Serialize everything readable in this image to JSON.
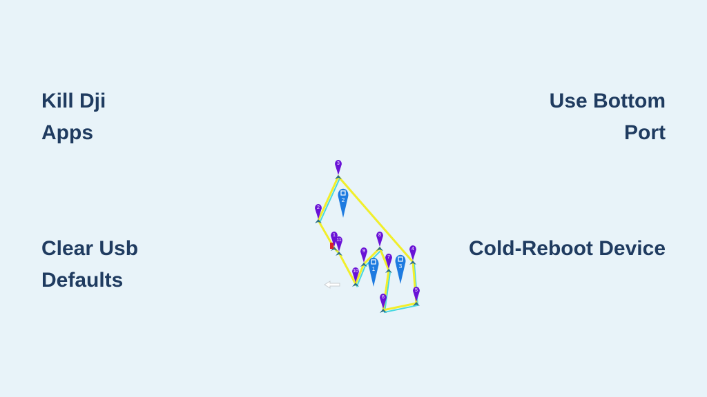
{
  "labels": {
    "top_left": [
      "Kill Dji",
      "Apps"
    ],
    "top_right": [
      "Use Bottom",
      "Port"
    ],
    "bottom_left": [
      "Clear Usb",
      "Defaults"
    ],
    "bottom_right": [
      "Cold-Reboot Device"
    ]
  },
  "map": {
    "waypoints": [
      "1",
      "2",
      "3",
      "4",
      "5",
      "6",
      "7",
      "8",
      "9",
      "10",
      "11"
    ],
    "poi_markers": [
      "1",
      "2",
      "3"
    ],
    "colors": {
      "waypoint": "#6a12d6",
      "poi": "#1e7be0",
      "route": "#f2ee2a",
      "route_alt": "#48d8e0"
    }
  }
}
